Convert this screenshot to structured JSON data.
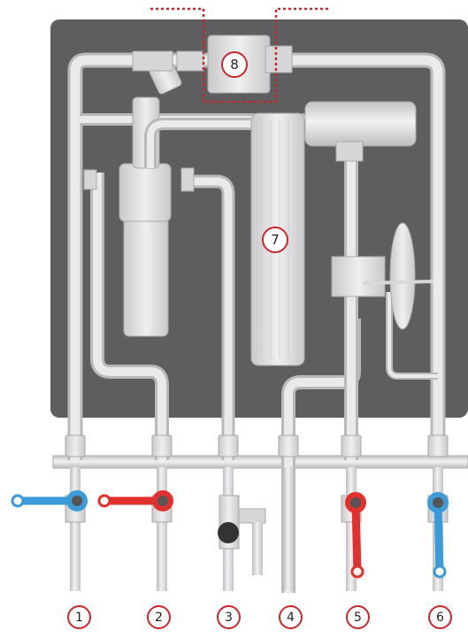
{
  "colors": {
    "panel": "#5e5e60",
    "pipe": "#e2e2e4",
    "pipe_shadow": "#b9b9bc",
    "cold": "#3a9bd8",
    "hot": "#e2302f",
    "marker": "#c8282b",
    "dotted": "#c8282b"
  },
  "labels": {
    "c1": "1",
    "c2": "2",
    "c3": "3",
    "c4": "4",
    "c5": "5",
    "c6": "6",
    "c7": "7",
    "c8": "8"
  },
  "valves": {
    "v1": "cold",
    "v2": "hot",
    "v5": "hot",
    "v6": "cold"
  }
}
